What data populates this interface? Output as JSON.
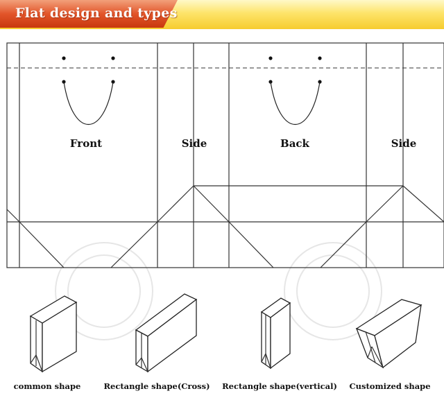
{
  "header": {
    "title": "Flat design and types"
  },
  "flat_design": {
    "panels": [
      "Front",
      "Side",
      "Back",
      "Side"
    ]
  },
  "types": [
    {
      "label": "common shape",
      "icon": "common-bag-icon"
    },
    {
      "label": "Rectangle shape(Cross)",
      "icon": "cross-rectangle-bag-icon"
    },
    {
      "label": "Rectangle shape(vertical)",
      "icon": "vertical-rectangle-bag-icon"
    },
    {
      "label": "Customized shape",
      "icon": "customized-bag-icon"
    }
  ],
  "colors": {
    "banner_tab": "#e2552a",
    "banner_bar": "#fde46a",
    "lines": "#333333"
  }
}
